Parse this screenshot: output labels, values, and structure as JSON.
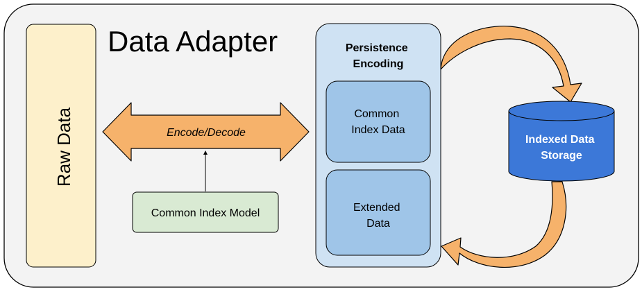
{
  "container": {
    "title": "Data Adapter"
  },
  "raw_data": {
    "label": "Raw Data"
  },
  "arrow": {
    "label": "Encode/Decode"
  },
  "model": {
    "label": "Common Index Model"
  },
  "persistence": {
    "title_line1": "Persistence",
    "title_line2": "Encoding",
    "common_line1": "Common",
    "common_line2": "Index Data",
    "extended_line1": "Extended",
    "extended_line2": "Data"
  },
  "storage": {
    "line1": "Indexed Data",
    "line2": "Storage"
  },
  "colors": {
    "container_fill": "#f3f3f3",
    "raw_data_fill": "#fdf0cb",
    "arrow_fill": "#f6b26b",
    "model_fill": "#d9ead3",
    "persistence_fill": "#cfe2f3",
    "inner_box_fill": "#9fc5e8",
    "storage_fill": "#3c78d8"
  }
}
